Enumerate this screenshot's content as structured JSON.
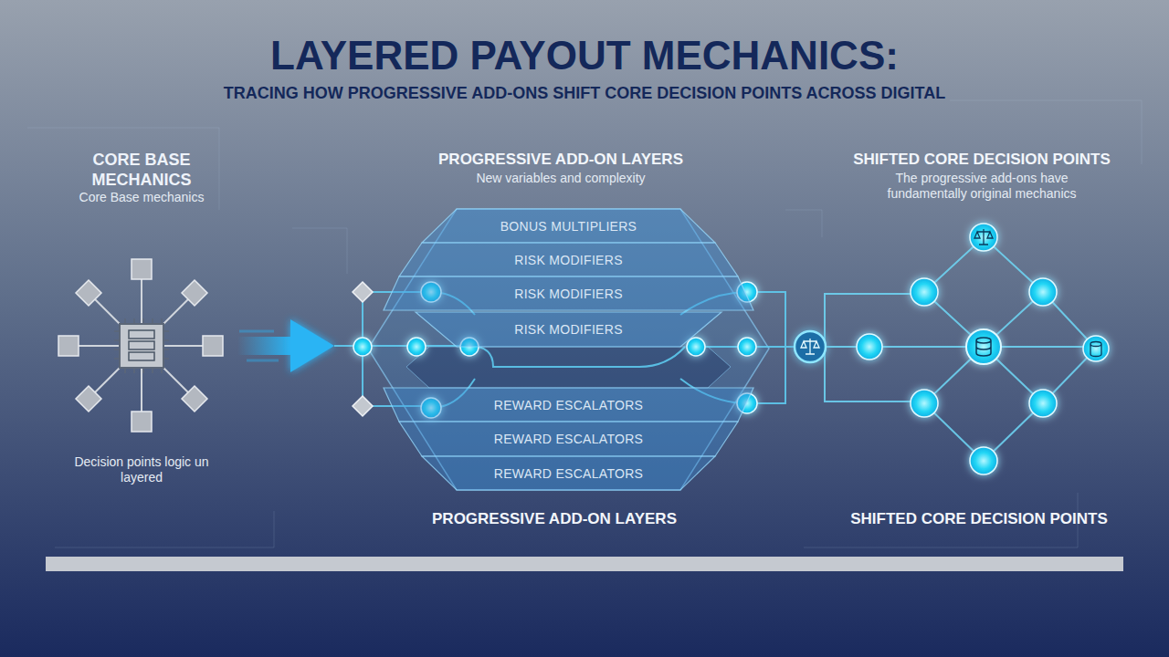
{
  "diagram": {
    "title": "LAYERED PAYOUT MECHANICS:",
    "nodes": [
      {
        "text": [
          "BONUS MULTIPLIERS"
        ]
      },
      {
        "text": [
          "RISK MODIFIERS"
        ]
      },
      {
        "text": [
          "RISK MODIFIERS"
        ]
      },
      {
        "text": [
          "RISK MODIFIERS"
        ]
      },
      {
        "text": [
          "REWARD ESCALATORS"
        ]
      },
      {
        "text": [
          "REWARD ESCALATORS"
        ]
      },
      {
        "text": [
          "REWARD ESCALATORS"
        ]
      }
    ],
    "labels": [
      "TRACING HOW PROGRESSIVE ADD-ONS SHIFT CORE DECISION POINTS ACROSS DIGITAL",
      "CORE BASE MECHANICS",
      "Core Base mechanics",
      "Decision points logic un layered",
      "PROGRESSIVE ADD-ON LAYERS",
      "New variables and complexity",
      "SHIFTED CORE DECISION POINTS",
      "The progressive add-ons have fundamentally original mechanics",
      "PROGRESSIVE ADD-ON LAYERS",
      "SHIFTED CORE DECISION POINTS"
    ]
  }
}
